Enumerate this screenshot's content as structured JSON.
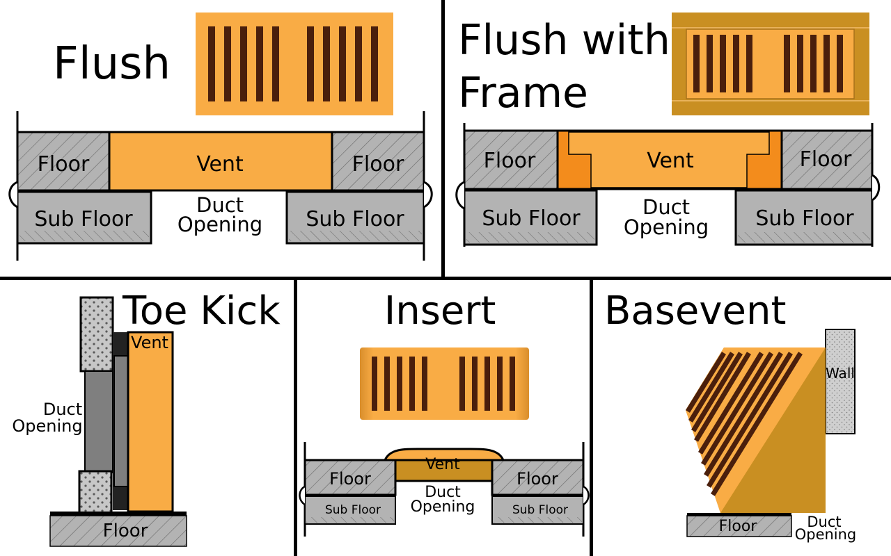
{
  "panels": {
    "flush": {
      "title": "Flush",
      "floor_left": "Floor",
      "vent": "Vent",
      "floor_right": "Floor",
      "subfloor_left": "Sub Floor",
      "subfloor_right": "Sub Floor",
      "duct_line1": "Duct",
      "duct_line2": "Opening"
    },
    "flush_frame": {
      "title_line1": "Flush with",
      "title_line2": "Frame",
      "floor_left": "Floor",
      "vent": "Vent",
      "floor_right": "Floor",
      "subfloor_left": "Sub Floor",
      "subfloor_right": "Sub Floor",
      "duct_line1": "Duct",
      "duct_line2": "Opening"
    },
    "toe_kick": {
      "title": "Toe Kick",
      "vent": "Vent",
      "duct_line1": "Duct",
      "duct_line2": "Opening",
      "floor": "Floor"
    },
    "insert": {
      "title": "Insert",
      "vent": "Vent",
      "floor_left": "Floor",
      "floor_right": "Floor",
      "subfloor_left": "Sub Floor",
      "subfloor_right": "Sub Floor",
      "duct_line1": "Duct",
      "duct_line2": "Opening"
    },
    "basevent": {
      "title": "Basevent",
      "wall": "Wall",
      "floor": "Floor",
      "duct_line1": "Duct",
      "duct_line2": "Opening"
    }
  },
  "colors": {
    "vent_orange": "#f9ac45",
    "vent_dark_orange": "#f38c1c",
    "vent_gold": "#c98f22",
    "slot_brown": "#4a1f0c",
    "floor_gray": "#b3b3b3",
    "duct_gray": "#7f7f7f",
    "divider": "#000000"
  }
}
